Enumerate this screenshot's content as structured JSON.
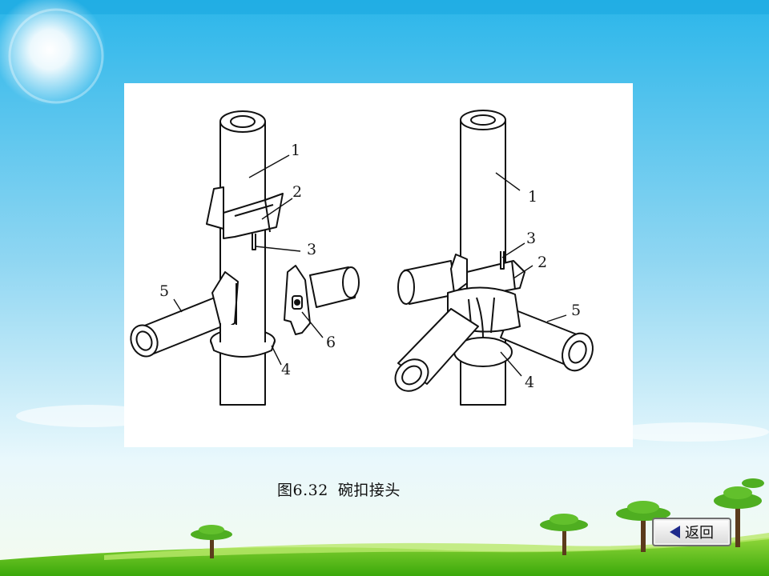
{
  "figure": {
    "caption_number": "图6.32",
    "caption_title": "碗扣接头",
    "left_assembly_labels": [
      "1",
      "2",
      "3",
      "5",
      "6",
      "4"
    ],
    "right_assembly_labels": [
      "1",
      "3",
      "2",
      "5",
      "4"
    ]
  },
  "navigation": {
    "back_label": "返回",
    "back_icon": "left-triangle-icon"
  },
  "colors": {
    "sky_top": "#22b6ea",
    "sky_bottom": "#e8f8fc",
    "grass": "#5cc014",
    "back_arrow": "#1e2a8c"
  }
}
